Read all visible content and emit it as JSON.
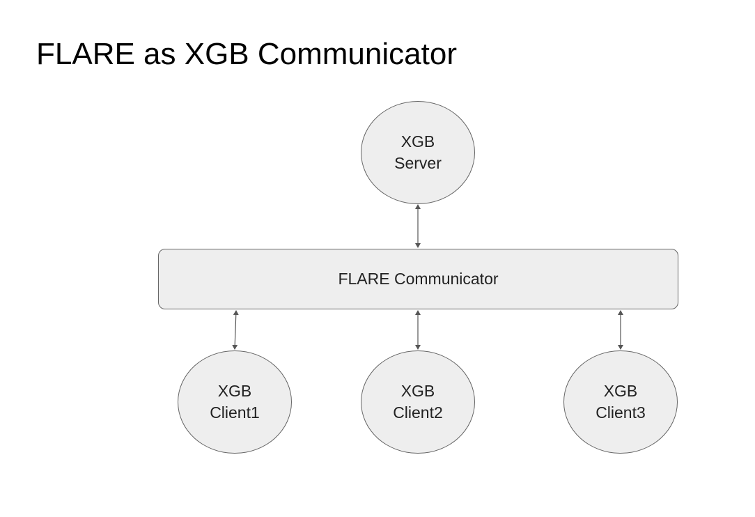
{
  "title": "FLARE as XGB Communicator",
  "communicator": {
    "label": "FLARE Communicator"
  },
  "server": {
    "line1": "XGB",
    "line2": "Server"
  },
  "clients": [
    {
      "line1": "XGB",
      "line2": "Client1"
    },
    {
      "line1": "XGB",
      "line2": "Client2"
    },
    {
      "line1": "XGB",
      "line2": "Client3"
    }
  ],
  "colors": {
    "node_fill": "#eeeeee",
    "node_border": "#666666",
    "connector": "#555555"
  }
}
